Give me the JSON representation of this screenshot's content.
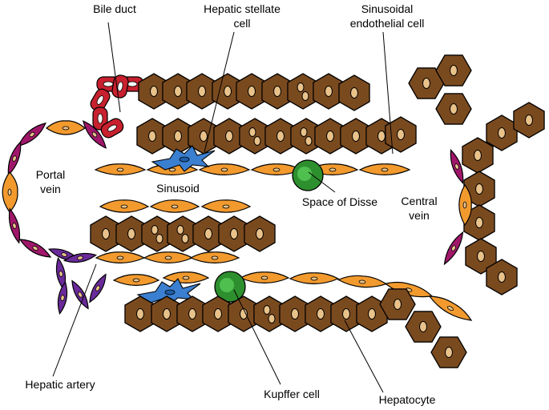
{
  "labels": {
    "bile_duct": "Bile duct",
    "stellate_1": "Hepatic stellate",
    "stellate_2": "cell",
    "endo_1": "Sinusoidal",
    "endo_2": "endothelial cell",
    "portal_1": "Portal",
    "portal_2": "vein",
    "sinusoid": "Sinusoid",
    "disse": "Space of Disse",
    "central_1": "Central",
    "central_2": "vein",
    "artery": "Hepatic artery",
    "kupffer": "Kupffer cell",
    "hepatocyte": "Hepatocyte"
  },
  "colors": {
    "hepatocyte": "#7a4a1f",
    "nucleus": "#e8c28a",
    "endothelial": "#f29a2e",
    "bile_duct": "#c8202e",
    "stellate": "#3b7fd0",
    "kupffer": "#2e8f2e",
    "portal_wall": "#a0176a",
    "artery": "#6a2a9a"
  }
}
